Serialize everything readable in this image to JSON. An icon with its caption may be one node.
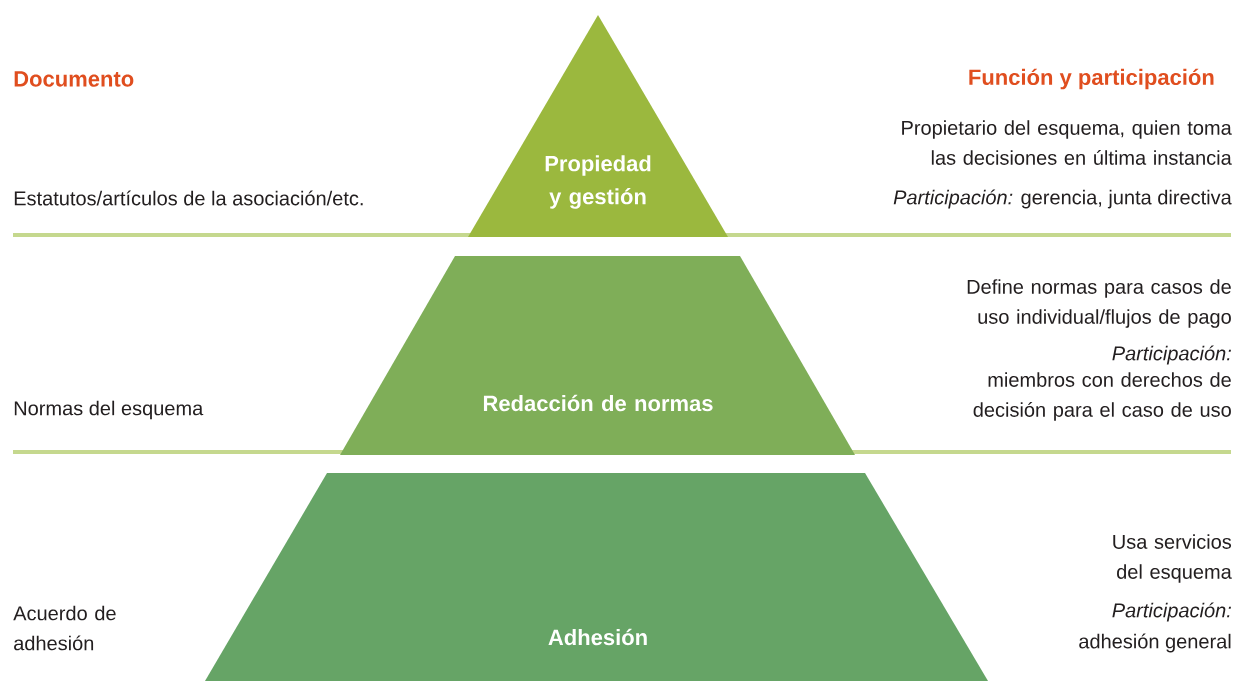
{
  "diagram": {
    "nodes": [
      {
        "text": [
          "Propiedad y gestión"
        ]
      },
      {
        "text": [
          "Redacción de normas"
        ]
      },
      {
        "text": [
          "Adhesión"
        ]
      }
    ],
    "labels": [
      "Documento",
      "Función y participación",
      "Propietario del esquema, quien toma las decisiones en última instancia",
      "Estatutos/artículos de la asociación/etc.",
      "*Participación:* gerencia, junta directiva",
      "Define normas para casos de uso individual/flujos de pago",
      "Participación:",
      "miembros con derechos de decisión para el caso de uso",
      "Normas del esquema",
      "Usa servicios del esquema",
      "Participación:",
      "adhesión general",
      "Acuerdo de adhesión"
    ]
  }
}
